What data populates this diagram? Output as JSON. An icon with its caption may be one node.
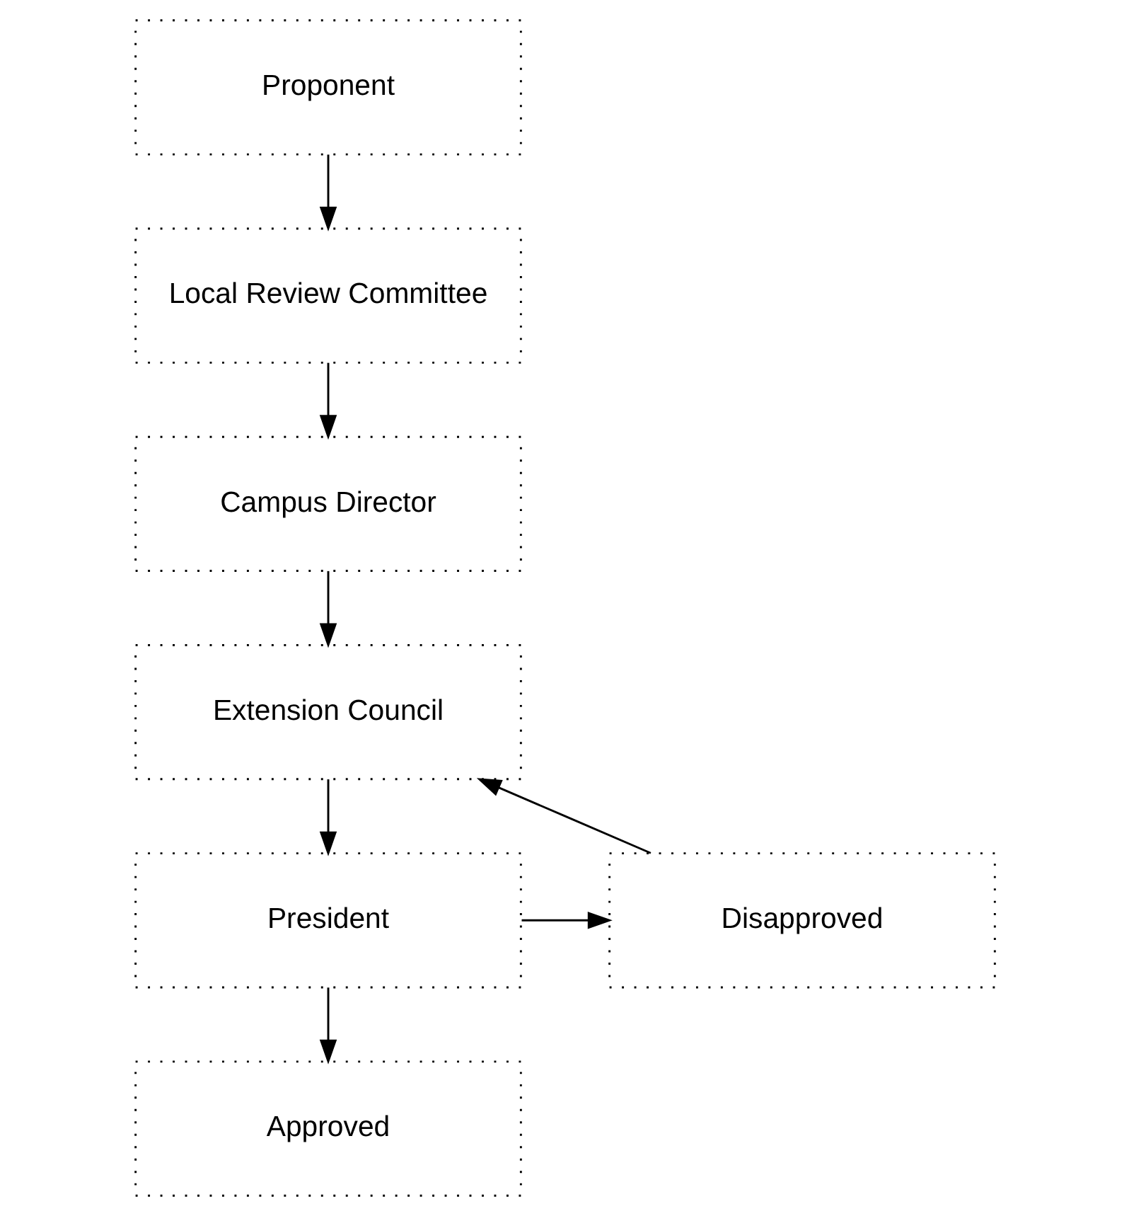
{
  "diagram": {
    "nodes": [
      {
        "text": [
          "Proponent"
        ]
      },
      {
        "text": [
          "Local Review Committee"
        ]
      },
      {
        "text": [
          "Campus Director"
        ]
      },
      {
        "text": [
          "Extension Council"
        ]
      },
      {
        "text": [
          "President"
        ]
      },
      {
        "text": [
          "Disapproved"
        ]
      },
      {
        "text": [
          "Approved"
        ]
      }
    ],
    "edges": [
      {
        "from": 0,
        "to": 1,
        "arrow": "to"
      },
      {
        "from": 1,
        "to": 2,
        "arrow": "to"
      },
      {
        "from": 2,
        "to": 3,
        "arrow": "to"
      },
      {
        "from": 3,
        "to": 4,
        "arrow": "to"
      },
      {
        "from": 4,
        "to": 5,
        "arrow": "to"
      },
      {
        "from": 4,
        "to": 6,
        "arrow": "to"
      },
      {
        "from": 5,
        "to": 3,
        "arrow": "to"
      }
    ]
  }
}
